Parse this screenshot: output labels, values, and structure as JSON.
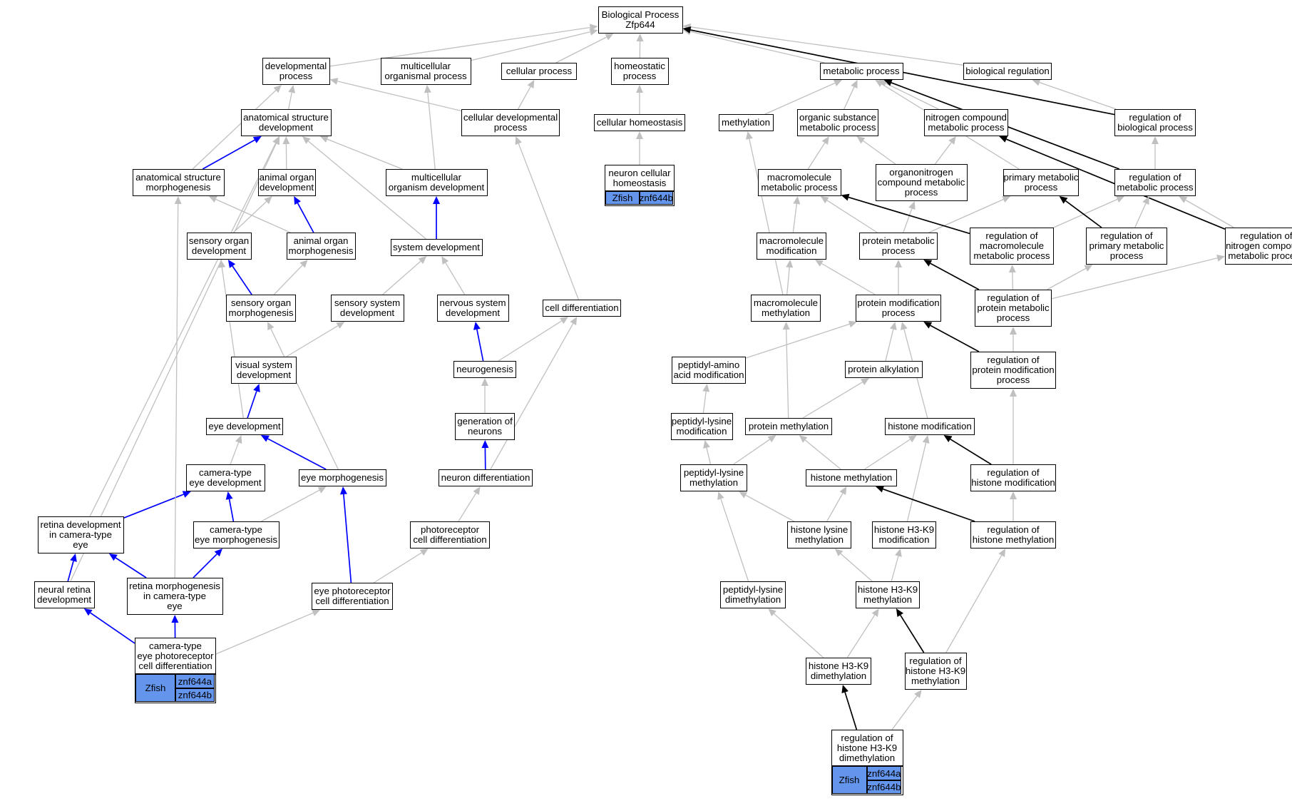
{
  "diagram_title": "",
  "colors": {
    "is_a_edge": "#c0c0c0",
    "part_of_edge": "#0000ff",
    "regulates_edge": "#000000",
    "annotation_fill": "#6495ED"
  },
  "nodes": [
    {
      "id": "bp",
      "lines": [
        "Biological Process",
        "Zfp644"
      ]
    },
    {
      "id": "dev_proc",
      "lines": [
        "developmental",
        "process"
      ]
    },
    {
      "id": "multi_proc",
      "lines": [
        "multicellular",
        "organismal process"
      ]
    },
    {
      "id": "cell_proc",
      "lines": [
        "cellular process"
      ]
    },
    {
      "id": "homeo_proc",
      "lines": [
        "homeostatic",
        "process"
      ]
    },
    {
      "id": "metab_proc",
      "lines": [
        "metabolic process"
      ]
    },
    {
      "id": "bio_reg",
      "lines": [
        "biological regulation"
      ]
    },
    {
      "id": "anat_dev",
      "lines": [
        "anatomical structure",
        "development"
      ]
    },
    {
      "id": "cell_dev_proc",
      "lines": [
        "cellular developmental",
        "process"
      ]
    },
    {
      "id": "cell_homeo",
      "lines": [
        "cellular homeostasis"
      ]
    },
    {
      "id": "methylation",
      "lines": [
        "methylation"
      ]
    },
    {
      "id": "org_sub_metab",
      "lines": [
        "organic substance",
        "metabolic process"
      ]
    },
    {
      "id": "nitro_metab",
      "lines": [
        "nitrogen compound",
        "metabolic process"
      ]
    },
    {
      "id": "reg_bio_proc",
      "lines": [
        "regulation of",
        "biological process"
      ]
    },
    {
      "id": "anat_morph",
      "lines": [
        "anatomical structure",
        "morphogenesis"
      ]
    },
    {
      "id": "animal_organ_dev",
      "lines": [
        "animal organ",
        "development"
      ]
    },
    {
      "id": "multi_org_dev",
      "lines": [
        "multicellular",
        "organism development"
      ]
    },
    {
      "id": "neuron_homeo",
      "lines": [
        "neuron cellular",
        "homeostasis"
      ]
    },
    {
      "id": "macro_metab",
      "lines": [
        "macromolecule",
        "metabolic process"
      ]
    },
    {
      "id": "organonitro_metab",
      "lines": [
        "organonitrogen",
        "compound metabolic",
        "process"
      ]
    },
    {
      "id": "primary_metab",
      "lines": [
        "primary metabolic",
        "process"
      ]
    },
    {
      "id": "reg_metab",
      "lines": [
        "regulation of",
        "metabolic process"
      ]
    },
    {
      "id": "sensory_organ_dev",
      "lines": [
        "sensory organ",
        "development"
      ]
    },
    {
      "id": "animal_organ_morph",
      "lines": [
        "animal organ",
        "morphogenesis"
      ]
    },
    {
      "id": "system_dev",
      "lines": [
        "system development"
      ]
    },
    {
      "id": "macro_mod",
      "lines": [
        "macromolecule",
        "modification"
      ]
    },
    {
      "id": "protein_metab",
      "lines": [
        "protein metabolic",
        "process"
      ]
    },
    {
      "id": "reg_macro_metab",
      "lines": [
        "regulation of",
        "macromolecule",
        "metabolic process"
      ]
    },
    {
      "id": "reg_primary_metab",
      "lines": [
        "regulation of",
        "primary metabolic",
        "process"
      ]
    },
    {
      "id": "reg_nitro_metab",
      "lines": [
        "regulation of",
        "nitrogen compound",
        "metabolic process"
      ]
    },
    {
      "id": "sensory_organ_morph",
      "lines": [
        "sensory organ",
        "morphogenesis"
      ]
    },
    {
      "id": "sensory_sys_dev",
      "lines": [
        "sensory system",
        "development"
      ]
    },
    {
      "id": "nervous_sys_dev",
      "lines": [
        "nervous system",
        "development"
      ]
    },
    {
      "id": "cell_diff",
      "lines": [
        "cell differentiation"
      ]
    },
    {
      "id": "macro_meth",
      "lines": [
        "macromolecule",
        "methylation"
      ]
    },
    {
      "id": "protein_mod",
      "lines": [
        "protein modification",
        "process"
      ]
    },
    {
      "id": "reg_protein_metab",
      "lines": [
        "regulation of",
        "protein metabolic",
        "process"
      ]
    },
    {
      "id": "visual_sys_dev",
      "lines": [
        "visual system",
        "development"
      ]
    },
    {
      "id": "neurogenesis",
      "lines": [
        "neurogenesis"
      ]
    },
    {
      "id": "peptidyl_aa_mod",
      "lines": [
        "peptidyl-amino",
        "acid modification"
      ]
    },
    {
      "id": "protein_alkyl",
      "lines": [
        "protein alkylation"
      ]
    },
    {
      "id": "reg_protein_mod",
      "lines": [
        "regulation of",
        "protein modification",
        "process"
      ]
    },
    {
      "id": "eye_dev",
      "lines": [
        "eye development"
      ]
    },
    {
      "id": "gen_neurons",
      "lines": [
        "generation of",
        "neurons"
      ]
    },
    {
      "id": "peptidyl_lys_mod",
      "lines": [
        "peptidyl-lysine",
        "modification"
      ]
    },
    {
      "id": "protein_meth",
      "lines": [
        "protein methylation"
      ]
    },
    {
      "id": "histone_mod",
      "lines": [
        "histone modification"
      ]
    },
    {
      "id": "camera_eye_dev",
      "lines": [
        "camera-type",
        "eye development"
      ]
    },
    {
      "id": "eye_morph",
      "lines": [
        "eye morphogenesis"
      ]
    },
    {
      "id": "neuron_diff",
      "lines": [
        "neuron differentiation"
      ]
    },
    {
      "id": "peptidyl_lys_meth",
      "lines": [
        "peptidyl-lysine",
        "methylation"
      ]
    },
    {
      "id": "histone_meth",
      "lines": [
        "histone methylation"
      ]
    },
    {
      "id": "reg_histone_mod",
      "lines": [
        "regulation of",
        "histone modification"
      ]
    },
    {
      "id": "retina_dev",
      "lines": [
        "retina development",
        "in camera-type",
        "eye"
      ]
    },
    {
      "id": "camera_eye_morph",
      "lines": [
        "camera-type",
        "eye morphogenesis"
      ]
    },
    {
      "id": "photoreceptor_diff",
      "lines": [
        "photoreceptor",
        "cell differentiation"
      ]
    },
    {
      "id": "histone_lys_meth",
      "lines": [
        "histone lysine",
        "methylation"
      ]
    },
    {
      "id": "h3k9_mod",
      "lines": [
        "histone H3-K9",
        "modification"
      ]
    },
    {
      "id": "reg_histone_meth",
      "lines": [
        "regulation of",
        "histone methylation"
      ]
    },
    {
      "id": "neural_retina_dev",
      "lines": [
        "neural retina",
        "development"
      ]
    },
    {
      "id": "retina_morph",
      "lines": [
        "retina morphogenesis",
        "in camera-type",
        "eye"
      ]
    },
    {
      "id": "eye_photo_diff",
      "lines": [
        "eye photoreceptor",
        "cell differentiation"
      ]
    },
    {
      "id": "peptidyl_lys_dimeth",
      "lines": [
        "peptidyl-lysine",
        "dimethylation"
      ]
    },
    {
      "id": "h3k9_meth",
      "lines": [
        "histone H3-K9",
        "methylation"
      ]
    },
    {
      "id": "camera_eye_photo_diff",
      "lines": [
        "camera-type",
        "eye photoreceptor",
        "cell differentiation"
      ]
    },
    {
      "id": "h3k9_dimeth",
      "lines": [
        "histone H3-K9",
        "dimethylation"
      ]
    },
    {
      "id": "reg_h3k9_meth",
      "lines": [
        "regulation of",
        "histone H3-K9",
        "methylation"
      ]
    },
    {
      "id": "reg_h3k9_dimeth",
      "lines": [
        "regulation of",
        "histone H3-K9",
        "dimethylation"
      ]
    }
  ],
  "annotations": [
    {
      "node": "neuron_homeo",
      "organism": "Zfish",
      "genes": [
        "znf644b"
      ]
    },
    {
      "node": "camera_eye_photo_diff",
      "organism": "Zfish",
      "genes": [
        "znf644a",
        "znf644b"
      ]
    },
    {
      "node": "reg_h3k9_dimeth",
      "organism": "Zfish",
      "genes": [
        "znf644a",
        "znf644b"
      ]
    }
  ],
  "edges": [
    [
      "dev_proc",
      "bp",
      "is_a"
    ],
    [
      "multi_proc",
      "bp",
      "is_a"
    ],
    [
      "cell_proc",
      "bp",
      "is_a"
    ],
    [
      "homeo_proc",
      "bp",
      "is_a"
    ],
    [
      "metab_proc",
      "bp",
      "is_a"
    ],
    [
      "bio_reg",
      "bp",
      "is_a"
    ],
    [
      "reg_bio_proc",
      "bp",
      "regulates"
    ],
    [
      "anat_dev",
      "dev_proc",
      "is_a"
    ],
    [
      "cell_dev_proc",
      "dev_proc",
      "is_a"
    ],
    [
      "cell_dev_proc",
      "cell_proc",
      "is_a"
    ],
    [
      "cell_homeo",
      "homeo_proc",
      "is_a"
    ],
    [
      "neuron_homeo",
      "cell_homeo",
      "is_a"
    ],
    [
      "methylation",
      "metab_proc",
      "is_a"
    ],
    [
      "org_sub_metab",
      "metab_proc",
      "is_a"
    ],
    [
      "nitro_metab",
      "metab_proc",
      "is_a"
    ],
    [
      "primary_metab",
      "metab_proc",
      "is_a"
    ],
    [
      "reg_metab",
      "metab_proc",
      "regulates"
    ],
    [
      "reg_bio_proc",
      "bio_reg",
      "is_a"
    ],
    [
      "anat_morph",
      "dev_proc",
      "is_a"
    ],
    [
      "anat_morph",
      "anat_dev",
      "part_of"
    ],
    [
      "animal_organ_dev",
      "anat_dev",
      "is_a"
    ],
    [
      "multi_org_dev",
      "anat_dev",
      "is_a"
    ],
    [
      "multi_org_dev",
      "multi_proc",
      "is_a"
    ],
    [
      "macro_metab",
      "org_sub_metab",
      "is_a"
    ],
    [
      "organonitro_metab",
      "org_sub_metab",
      "is_a"
    ],
    [
      "organonitro_metab",
      "nitro_metab",
      "is_a"
    ],
    [
      "reg_metab",
      "reg_bio_proc",
      "is_a"
    ],
    [
      "reg_nitro_metab",
      "nitro_metab",
      "regulates"
    ],
    [
      "sensory_organ_dev",
      "animal_organ_dev",
      "is_a"
    ],
    [
      "animal_organ_morph",
      "animal_organ_dev",
      "part_of"
    ],
    [
      "animal_organ_morph",
      "anat_morph",
      "is_a"
    ],
    [
      "system_dev",
      "multi_org_dev",
      "part_of"
    ],
    [
      "system_dev",
      "anat_dev",
      "is_a"
    ],
    [
      "macro_mod",
      "macro_metab",
      "is_a"
    ],
    [
      "protein_metab",
      "macro_metab",
      "is_a"
    ],
    [
      "protein_metab",
      "organonitro_metab",
      "is_a"
    ],
    [
      "protein_metab",
      "primary_metab",
      "is_a"
    ],
    [
      "reg_macro_metab",
      "macro_metab",
      "regulates"
    ],
    [
      "reg_macro_metab",
      "reg_metab",
      "is_a"
    ],
    [
      "reg_primary_metab",
      "primary_metab",
      "regulates"
    ],
    [
      "reg_primary_metab",
      "reg_metab",
      "is_a"
    ],
    [
      "reg_nitro_metab",
      "reg_metab",
      "is_a"
    ],
    [
      "sensory_organ_morph",
      "sensory_organ_dev",
      "part_of"
    ],
    [
      "sensory_organ_morph",
      "animal_organ_morph",
      "is_a"
    ],
    [
      "sensory_sys_dev",
      "system_dev",
      "is_a"
    ],
    [
      "nervous_sys_dev",
      "system_dev",
      "is_a"
    ],
    [
      "cell_diff",
      "cell_dev_proc",
      "is_a"
    ],
    [
      "macro_meth",
      "methylation",
      "is_a"
    ],
    [
      "macro_meth",
      "macro_mod",
      "is_a"
    ],
    [
      "protein_mod",
      "macro_mod",
      "is_a"
    ],
    [
      "protein_mod",
      "protein_metab",
      "is_a"
    ],
    [
      "reg_protein_metab",
      "protein_metab",
      "regulates"
    ],
    [
      "reg_protein_metab",
      "reg_macro_metab",
      "is_a"
    ],
    [
      "reg_protein_metab",
      "reg_primary_metab",
      "is_a"
    ],
    [
      "reg_protein_metab",
      "reg_nitro_metab",
      "is_a"
    ],
    [
      "visual_sys_dev",
      "sensory_sys_dev",
      "is_a"
    ],
    [
      "neurogenesis",
      "nervous_sys_dev",
      "part_of"
    ],
    [
      "neurogenesis",
      "cell_diff",
      "is_a"
    ],
    [
      "peptidyl_aa_mod",
      "protein_mod",
      "is_a"
    ],
    [
      "protein_alkyl",
      "protein_mod",
      "is_a"
    ],
    [
      "reg_protein_mod",
      "protein_mod",
      "regulates"
    ],
    [
      "reg_protein_mod",
      "reg_protein_metab",
      "is_a"
    ],
    [
      "eye_dev",
      "visual_sys_dev",
      "part_of"
    ],
    [
      "eye_dev",
      "sensory_organ_dev",
      "is_a"
    ],
    [
      "gen_neurons",
      "neurogenesis",
      "is_a"
    ],
    [
      "peptidyl_lys_mod",
      "peptidyl_aa_mod",
      "is_a"
    ],
    [
      "protein_meth",
      "macro_meth",
      "is_a"
    ],
    [
      "protein_meth",
      "protein_alkyl",
      "is_a"
    ],
    [
      "histone_mod",
      "protein_mod",
      "is_a"
    ],
    [
      "camera_eye_dev",
      "eye_dev",
      "is_a"
    ],
    [
      "eye_morph",
      "eye_dev",
      "part_of"
    ],
    [
      "eye_morph",
      "sensory_organ_morph",
      "is_a"
    ],
    [
      "neuron_diff",
      "gen_neurons",
      "part_of"
    ],
    [
      "neuron_diff",
      "cell_diff",
      "is_a"
    ],
    [
      "peptidyl_lys_meth",
      "peptidyl_lys_mod",
      "is_a"
    ],
    [
      "peptidyl_lys_meth",
      "protein_meth",
      "is_a"
    ],
    [
      "histone_meth",
      "protein_meth",
      "is_a"
    ],
    [
      "histone_meth",
      "histone_mod",
      "is_a"
    ],
    [
      "reg_histone_mod",
      "histone_mod",
      "regulates"
    ],
    [
      "reg_histone_mod",
      "reg_protein_mod",
      "is_a"
    ],
    [
      "retina_dev",
      "camera_eye_dev",
      "part_of"
    ],
    [
      "retina_dev",
      "anat_dev",
      "is_a"
    ],
    [
      "camera_eye_morph",
      "camera_eye_dev",
      "part_of"
    ],
    [
      "camera_eye_morph",
      "eye_morph",
      "is_a"
    ],
    [
      "photoreceptor_diff",
      "neuron_diff",
      "is_a"
    ],
    [
      "histone_lys_meth",
      "peptidyl_lys_meth",
      "is_a"
    ],
    [
      "histone_lys_meth",
      "histone_meth",
      "is_a"
    ],
    [
      "h3k9_mod",
      "histone_mod",
      "is_a"
    ],
    [
      "reg_histone_meth",
      "histone_meth",
      "regulates"
    ],
    [
      "reg_histone_meth",
      "reg_histone_mod",
      "is_a"
    ],
    [
      "neural_retina_dev",
      "retina_dev",
      "part_of"
    ],
    [
      "neural_retina_dev",
      "anat_dev",
      "is_a"
    ],
    [
      "retina_morph",
      "retina_dev",
      "part_of"
    ],
    [
      "retina_morph",
      "camera_eye_morph",
      "part_of"
    ],
    [
      "retina_morph",
      "anat_morph",
      "is_a"
    ],
    [
      "eye_photo_diff",
      "eye_morph",
      "part_of"
    ],
    [
      "eye_photo_diff",
      "photoreceptor_diff",
      "is_a"
    ],
    [
      "peptidyl_lys_dimeth",
      "peptidyl_lys_meth",
      "is_a"
    ],
    [
      "h3k9_meth",
      "histone_lys_meth",
      "is_a"
    ],
    [
      "h3k9_meth",
      "h3k9_mod",
      "is_a"
    ],
    [
      "camera_eye_photo_diff",
      "neural_retina_dev",
      "part_of"
    ],
    [
      "camera_eye_photo_diff",
      "retina_morph",
      "part_of"
    ],
    [
      "camera_eye_photo_diff",
      "eye_photo_diff",
      "is_a"
    ],
    [
      "h3k9_dimeth",
      "peptidyl_lys_dimeth",
      "is_a"
    ],
    [
      "h3k9_dimeth",
      "h3k9_meth",
      "is_a"
    ],
    [
      "reg_h3k9_meth",
      "h3k9_meth",
      "regulates"
    ],
    [
      "reg_h3k9_meth",
      "reg_histone_meth",
      "is_a"
    ],
    [
      "reg_h3k9_dimeth",
      "h3k9_dimeth",
      "regulates"
    ],
    [
      "reg_h3k9_dimeth",
      "reg_h3k9_meth",
      "is_a"
    ]
  ]
}
